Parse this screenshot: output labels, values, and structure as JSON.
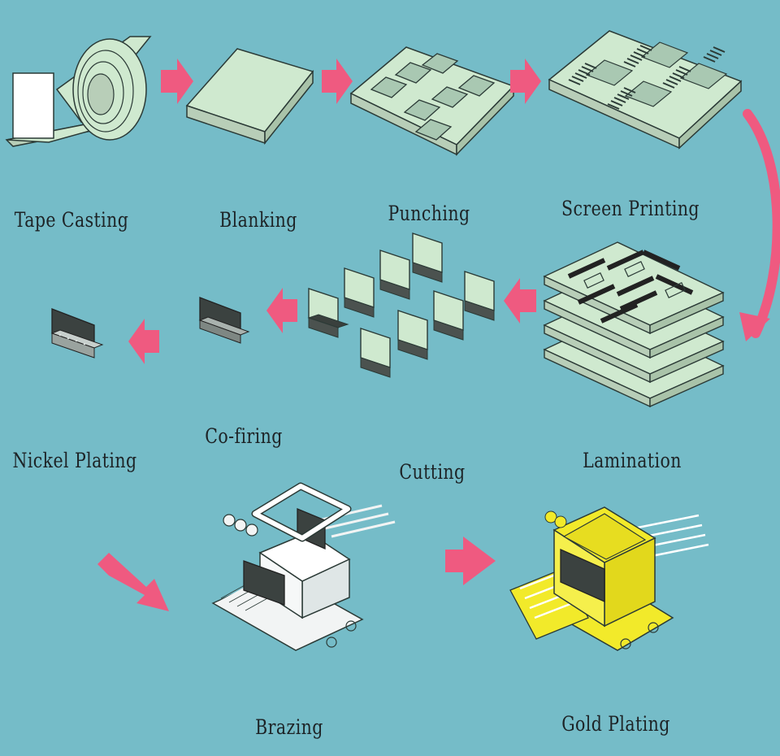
{
  "steps": [
    {
      "id": "tape-casting",
      "label": "Tape Casting"
    },
    {
      "id": "blanking",
      "label": "Blanking"
    },
    {
      "id": "punching",
      "label": "Punching"
    },
    {
      "id": "screen-printing",
      "label": "Screen Printing"
    },
    {
      "id": "lamination",
      "label": "Lamination"
    },
    {
      "id": "cutting",
      "label": "Cutting"
    },
    {
      "id": "co-firing",
      "label": "Co-firing"
    },
    {
      "id": "nickel-plating",
      "label": "Nickel Plating"
    },
    {
      "id": "brazing",
      "label": "Brazing"
    },
    {
      "id": "gold-plating",
      "label": "Gold Plating"
    }
  ],
  "colors": {
    "background": "#75bcc8",
    "ceramic": "#cfe9cf",
    "outline": "#2b3a36",
    "arrow": "#ef5a80",
    "dark_part": "#3b4240",
    "gold": "#f2ea2a",
    "metal": "#e8eef0"
  }
}
